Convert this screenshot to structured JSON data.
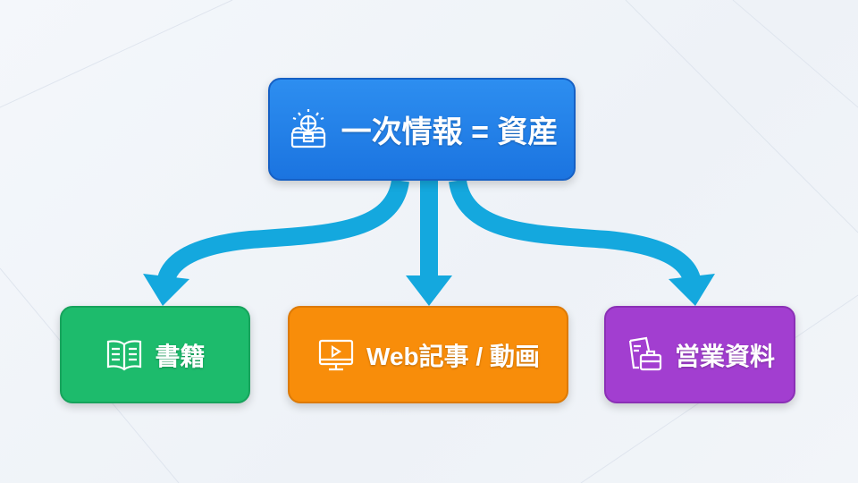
{
  "root": {
    "label": "一次情報 = 資産",
    "icon": "treasure-chest-globe-icon",
    "color": "#1f7ae6"
  },
  "children": [
    {
      "label": "書籍",
      "icon": "open-book-icon",
      "color": "#1dbb6c"
    },
    {
      "label": "Web記事 / 動画",
      "icon": "video-monitor-icon",
      "color": "#f88d0a"
    },
    {
      "label": "営業資料",
      "icon": "documents-briefcase-icon",
      "color": "#a23ed0"
    }
  ],
  "arrow_color": "#14a8de"
}
